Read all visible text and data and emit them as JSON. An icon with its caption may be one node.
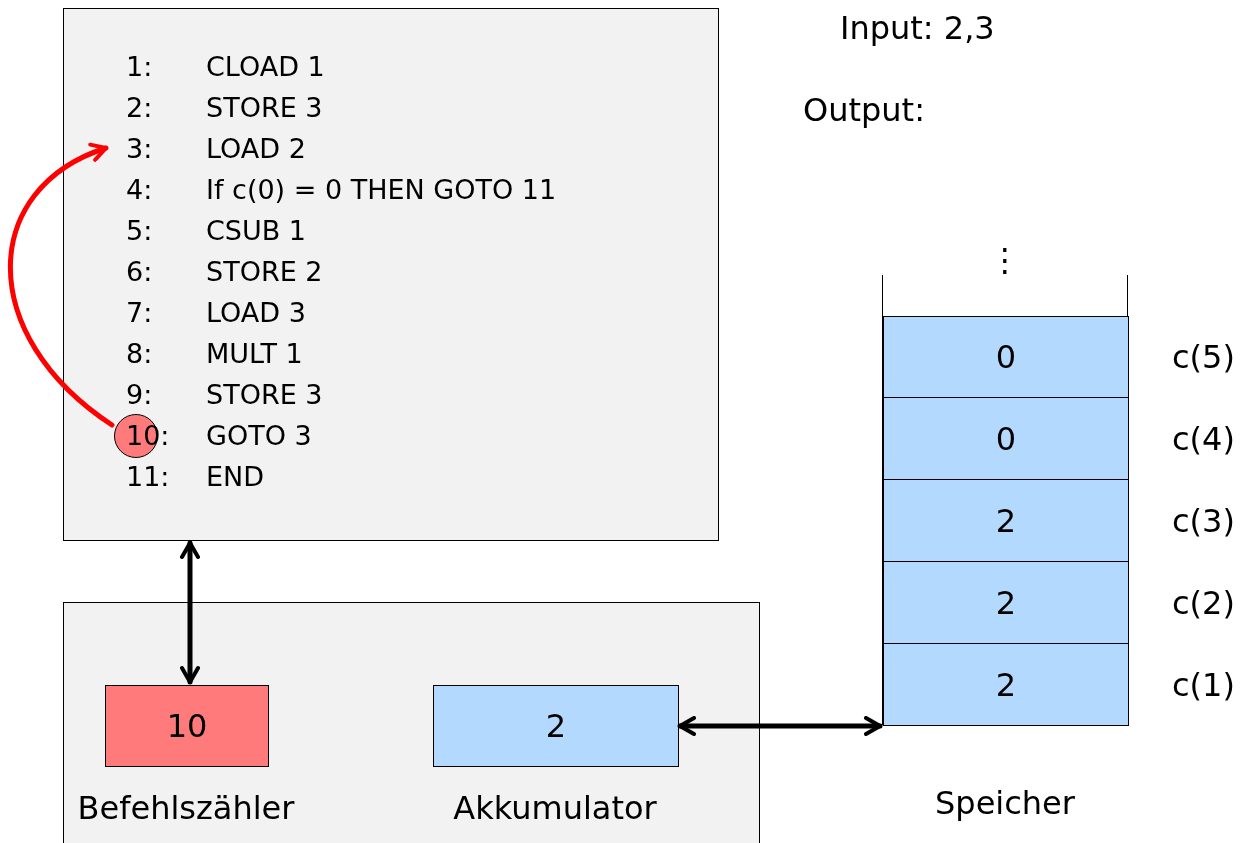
{
  "diagram": {
    "nodes": [
      {
        "text": [],
        "shape": "box"
      },
      {
        "text": [
          "1:",
          "CLOAD 1"
        ],
        "in": 0
      },
      {
        "text": [
          "2:",
          "STORE 3"
        ],
        "in": 0
      },
      {
        "text": [
          "3:",
          "LOAD 2"
        ],
        "in": 0
      },
      {
        "text": [
          "4:",
          "If c(0) = 0 THEN GOTO 11"
        ],
        "in": 0
      },
      {
        "text": [
          "5:",
          "CSUB 1"
        ],
        "in": 0
      },
      {
        "text": [
          "6:",
          "STORE 2"
        ],
        "in": 0
      },
      {
        "text": [
          "7:",
          "LOAD 3"
        ],
        "in": 0
      },
      {
        "text": [
          "8:",
          "MULT 1"
        ],
        "in": 0
      },
      {
        "text": [
          "9:",
          "STORE 3"
        ],
        "in": 0
      },
      {
        "text": [
          "10:",
          "GOTO 3"
        ],
        "in": 0
      },
      {
        "text": [
          "11:",
          "END"
        ],
        "in": 0
      },
      {
        "text": [],
        "shape": "box"
      },
      {
        "text": [
          "10"
        ],
        "in": 12,
        "beside": [
          "Befehlszähler"
        ]
      },
      {
        "text": [
          "2"
        ],
        "in": 12,
        "beside": [
          "Akkumulator"
        ]
      },
      {
        "text": [],
        "shape": "box",
        "beside": [
          "Speicher"
        ]
      },
      {
        "text": [
          "0"
        ],
        "in": 15,
        "beside": [
          "c(5)"
        ]
      },
      {
        "text": [
          "0"
        ],
        "in": 15,
        "beside": [
          "c(4)"
        ]
      },
      {
        "text": [
          "2"
        ],
        "in": 15,
        "beside": [
          "c(3)"
        ]
      },
      {
        "text": [
          "2"
        ],
        "in": 15,
        "beside": [
          "c(2)"
        ]
      },
      {
        "text": [
          "2"
        ],
        "in": 15,
        "beside": [
          "c(1)"
        ]
      }
    ],
    "edges": [
      {
        "from": 10,
        "to": 3,
        "arrow": "to",
        "color": "#ff0000"
      },
      {
        "from": 0,
        "to": 13,
        "arrow": "both"
      },
      {
        "from": 14,
        "to": 15,
        "arrow": "both"
      }
    ],
    "labels": [
      "Input: 2,3",
      "Output:",
      "⋮"
    ]
  }
}
